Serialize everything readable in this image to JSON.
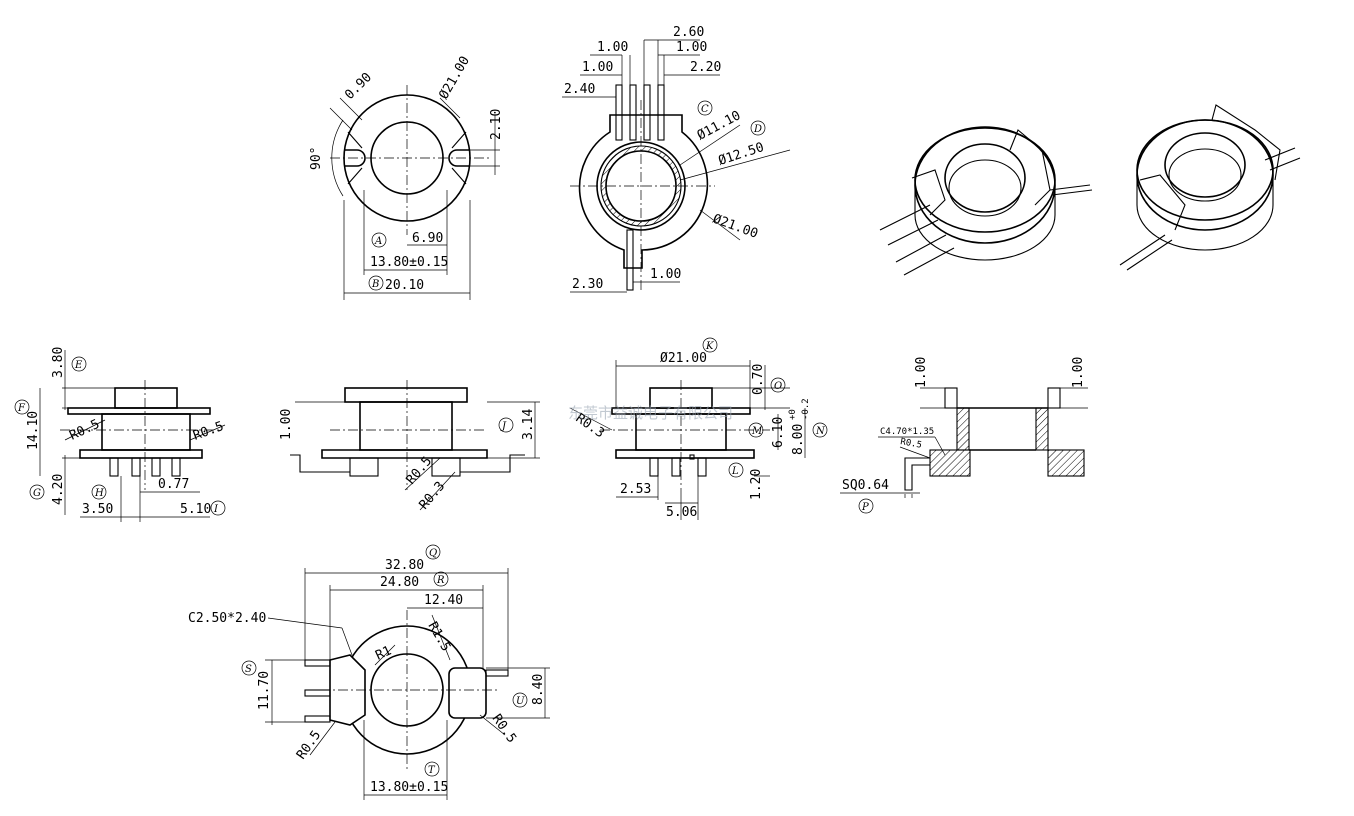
{
  "top_view": {
    "angle": "90°",
    "slot_width": "0.90",
    "outer_dia": "Ø21.00",
    "slot_depth": "2.10",
    "half_core": "6.90",
    "core_width": "13.80±0.15",
    "total_width": "20.10",
    "markers": [
      "A",
      "B"
    ]
  },
  "bottom_view": {
    "pin_pitch_a": "1.00",
    "pin_pitch_b": "1.00",
    "pin_pitch_c": "1.00",
    "pin_span": "2.60",
    "pin_offset_right": "2.20",
    "pin_offset_left": "2.40",
    "inner_dia": "Ø11.10",
    "mid_dia": "Ø12.50",
    "outer_dia": "Ø21.00",
    "single_pin_offset": "2.30",
    "single_pin_width": "1.00",
    "markers": [
      "C",
      "D"
    ]
  },
  "front_view": {
    "top_height": "3.80",
    "total_height": "14.10",
    "radius_left": "R0.5",
    "radius_right": "R0.5",
    "pin_height": "4.20",
    "pin_span_left": "3.50",
    "pin_gap": "0.77",
    "pin_span_right": "5.10",
    "markers": [
      "E",
      "F",
      "G",
      "H",
      "I"
    ]
  },
  "side_view": {
    "flange": "1.00",
    "height": "3.14",
    "radius_a": "R0.5",
    "radius_b": "R0.3",
    "markers": [
      "J"
    ]
  },
  "right_view": {
    "outer_dia": "Ø21.00",
    "radius": "R0.3",
    "flange": "0.70",
    "inner_h": "6.10",
    "total_h": "8.00",
    "tolerance_up": "+0",
    "tolerance_down": "-0.2",
    "pin_len": "1.20",
    "pin_left": "2.53",
    "pin_right": "5.06",
    "markers": [
      "K",
      "O",
      "M",
      "N",
      "L"
    ]
  },
  "section_view": {
    "flange_left": "1.00",
    "flange_right": "1.00",
    "chamfer": "C4.70*1.35",
    "radius": "R0.5",
    "pin_sq": "SQ0.64",
    "markers": [
      "P"
    ]
  },
  "base_view": {
    "total_width": "32.80",
    "inner_width": "24.80",
    "half_width": "12.40",
    "chamfer": "C2.50*2.40",
    "radius_r1": "R1",
    "radius_r15": "R1.5",
    "height_left": "11.70",
    "height_right": "8.40",
    "radius_left": "R0.5",
    "radius_right": "R0.5",
    "core_width": "13.80±0.15",
    "markers": [
      "Q",
      "R",
      "S",
      "U",
      "T"
    ]
  },
  "watermark": "东莞市益诚电子有限公司"
}
